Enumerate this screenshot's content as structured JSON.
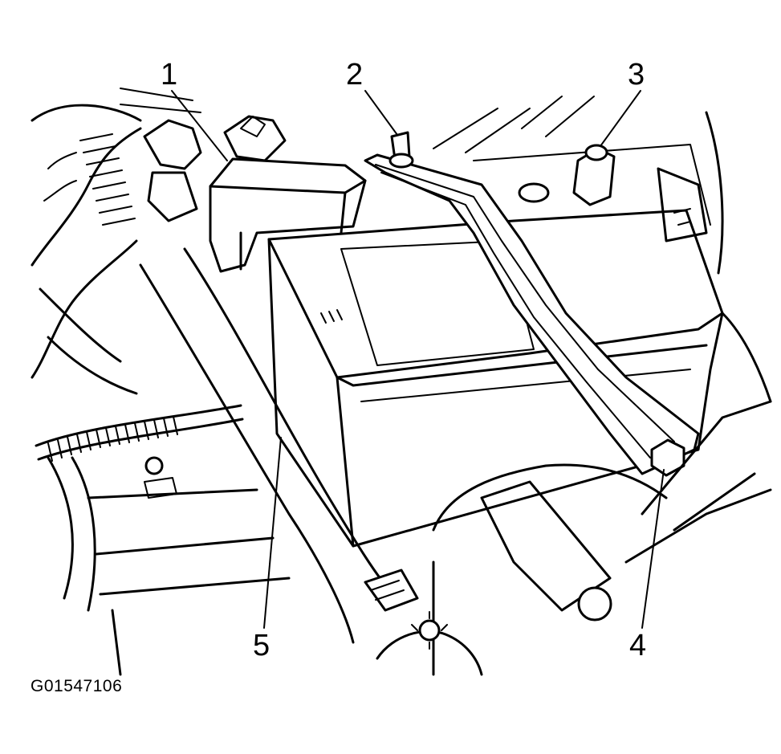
{
  "callouts": {
    "c1": "1",
    "c2": "2",
    "c3": "3",
    "c4": "4",
    "c5": "5"
  },
  "figure_id": "G01547106"
}
